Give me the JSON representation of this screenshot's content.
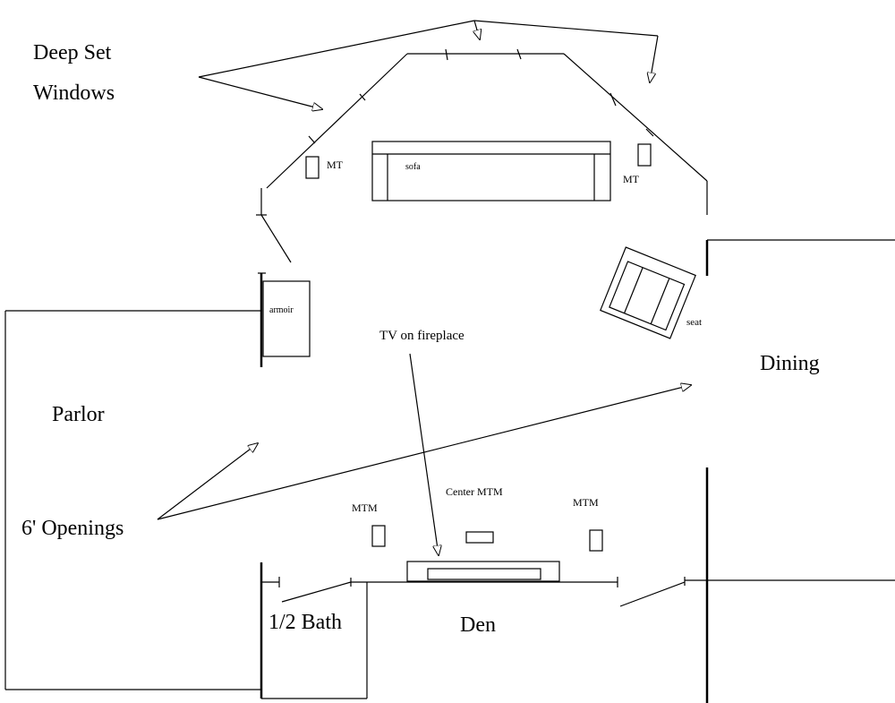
{
  "labels": {
    "deep_set": "Deep Set",
    "windows": "Windows",
    "mt_left": "MT",
    "mt_right": "MT",
    "sofa": "sofa",
    "armoir": "armoir",
    "seat": "seat",
    "tv_on_fireplace": "TV on fireplace",
    "dining": "Dining",
    "parlor": "Parlor",
    "six_ft_openings": "6' Openings",
    "mtm_left": "MTM",
    "center_mtm": "Center MTM",
    "mtm_right": "MTM",
    "half_bath": "1/2 Bath",
    "den": "Den"
  }
}
